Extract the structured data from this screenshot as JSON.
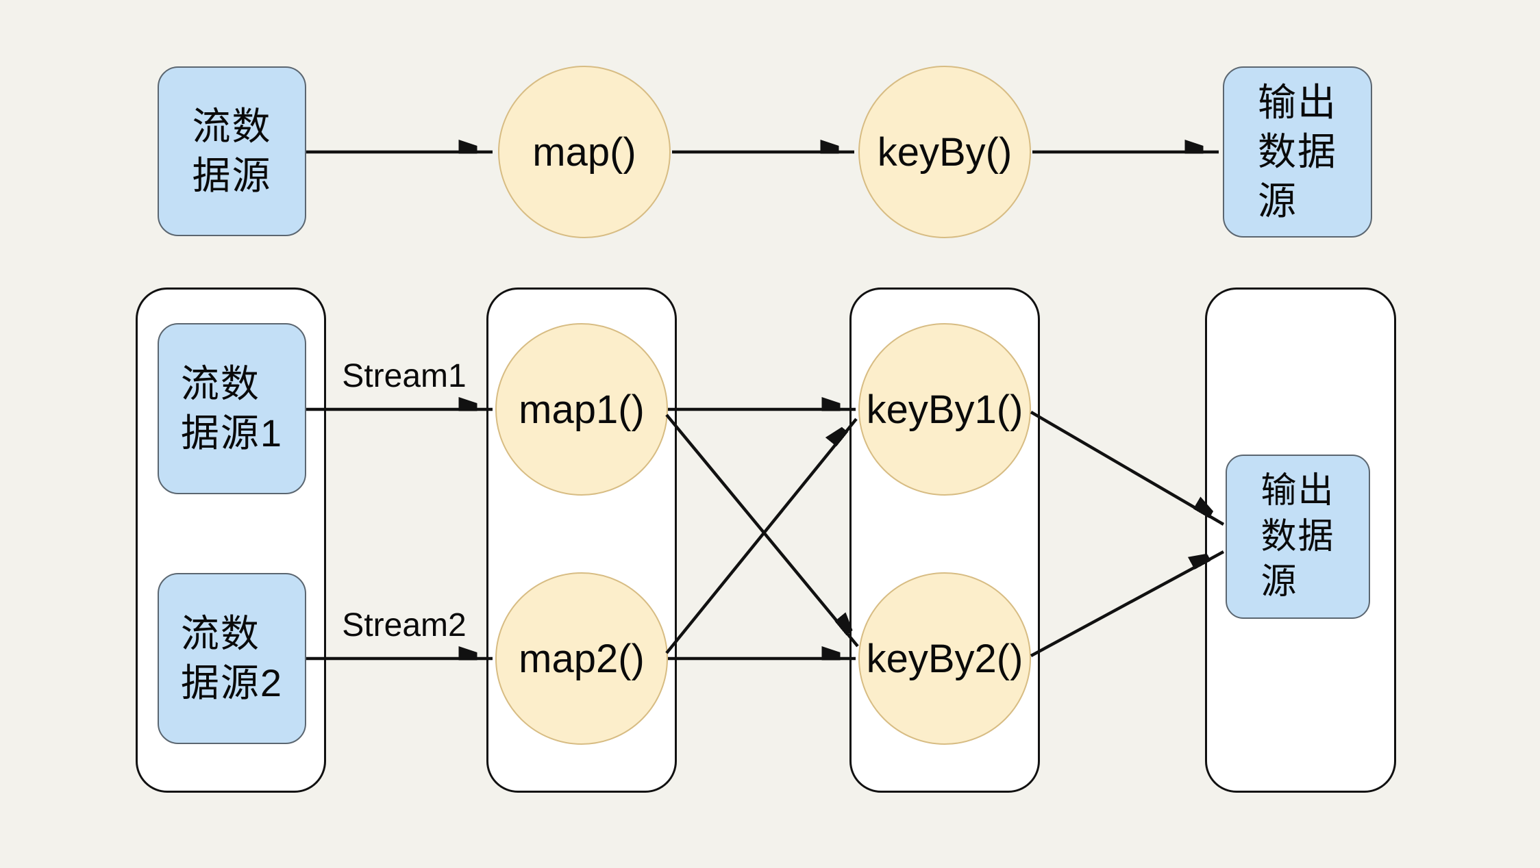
{
  "diagram_title": "Flink stream dataflow diagram (logical vs parallel view)",
  "colors": {
    "background": "#F3F2EC",
    "node_blue_fill": "#C3DFF6",
    "node_blue_border": "#5B6670",
    "node_yellow_fill": "#FCEECB",
    "node_yellow_border": "#D7BC83",
    "container_fill": "#FFFFFF",
    "container_border": "#111111",
    "arrow": "#111111",
    "text": "#0A0A0A"
  },
  "top_flow": {
    "source_label": "流数\n据源",
    "map_label": "map()",
    "keyby_label": "keyBy()",
    "sink_label": "输出\n数据\n源"
  },
  "bottom_flow": {
    "stream1_label": "Stream1",
    "stream2_label": "Stream2",
    "source1_label": "流数\n据源1",
    "source2_label": "流数\n据源2",
    "map1_label": "map1()",
    "map2_label": "map2()",
    "keyby1_label": "keyBy1()",
    "keyby2_label": "keyBy2()",
    "sink_label": "输出\n数据\n源"
  }
}
